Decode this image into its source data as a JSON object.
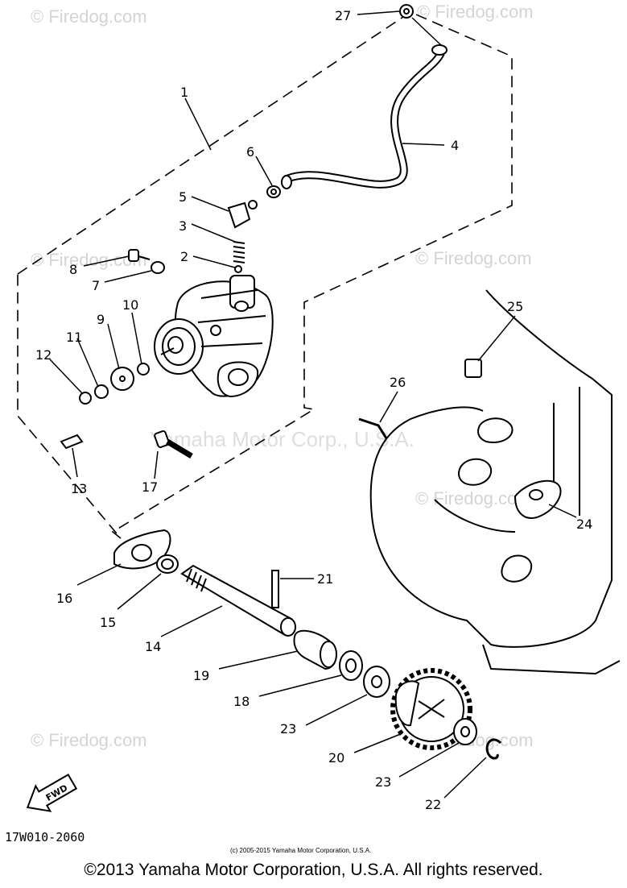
{
  "watermarks": {
    "top_left": "© Firedog.com",
    "top_right": "© Firedog.com",
    "mid_right": "© Firedog.com",
    "mid_left": "© Firedog.com",
    "lower_right": "© Firedog.com",
    "bottom_left": "© Firedog.com",
    "bottom_right": "© Firedog.com",
    "center": "Yamaha Motor Corp., U.S.A."
  },
  "callouts": {
    "c1": "1",
    "c2": "2",
    "c3": "3",
    "c4": "4",
    "c5": "5",
    "c6": "6",
    "c7": "7",
    "c8": "8",
    "c9": "9",
    "c10": "10",
    "c11": "11",
    "c12": "12",
    "c13": "13",
    "c14": "14",
    "c15": "15",
    "c16": "16",
    "c17": "17",
    "c18": "18",
    "c19": "19",
    "c20": "20",
    "c21": "21",
    "c22": "22",
    "c23a": "23",
    "c23b": "23",
    "c24": "24",
    "c25": "25",
    "c26": "26",
    "c27": "27"
  },
  "fwd_label": "FWD",
  "diagram_code": "17W010-2060",
  "small_copyright": "(c) 2005-2015 Yamaha Motor Corporation, U.S.A.",
  "footer_copyright": "©2013 Yamaha Motor Corporation, U.S.A. All rights reserved."
}
